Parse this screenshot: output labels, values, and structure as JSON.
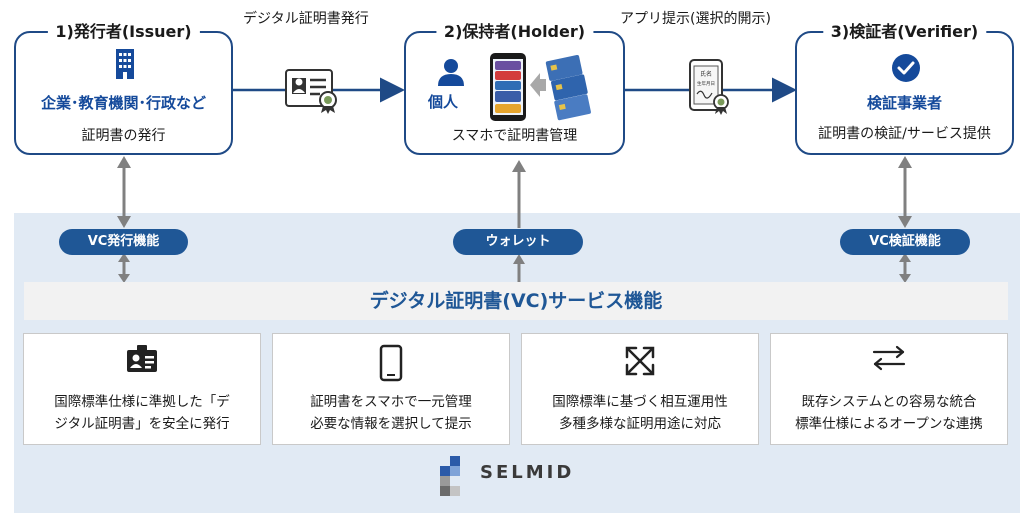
{
  "roles": {
    "issuer": {
      "title": "1)発行者(Issuer)",
      "name": "企業･教育機関･行政など",
      "desc": "証明書の発行"
    },
    "holder": {
      "title": "2)保持者(Holder)",
      "name": "個人",
      "desc": "スマホで証明書管理"
    },
    "verifier": {
      "title": "3)検証者(Verifier)",
      "name": "検証事業者",
      "desc": "証明書の検証/サービス提供"
    }
  },
  "edges": {
    "issue": "デジタル証明書発行",
    "present": "アプリ提示(選択的開示)"
  },
  "id_card": {
    "line1": "氏名",
    "line2": "生年月日"
  },
  "functions": {
    "issue": "VC発行機能",
    "wallet": "ウォレット",
    "verify": "VC検証機能"
  },
  "service_title": "デジタル証明書(VC)サービス機能",
  "features": [
    {
      "icon": "id-card-icon",
      "line1": "国際標準仕様に準拠した「デ",
      "line2": "ジタル証明書」を安全に発行"
    },
    {
      "icon": "smartphone-icon",
      "line1": "証明書をスマホで一元管理",
      "line2": "必要な情報を選択して提示"
    },
    {
      "icon": "expand-arrows-icon",
      "line1": "国際標準に基づく相互運用性",
      "line2": "多種多様な証明用途に対応"
    },
    {
      "icon": "exchange-arrows-icon",
      "line1": "既存システムとの容易な統合",
      "line2": "標準仕様によるオープンな連携"
    }
  ],
  "brand": {
    "name": "SELMID"
  },
  "colors": {
    "navy": "#1f4a86",
    "pill": "#1f5796",
    "panel": "#e1eaf4",
    "grey_arrow": "#808080"
  }
}
